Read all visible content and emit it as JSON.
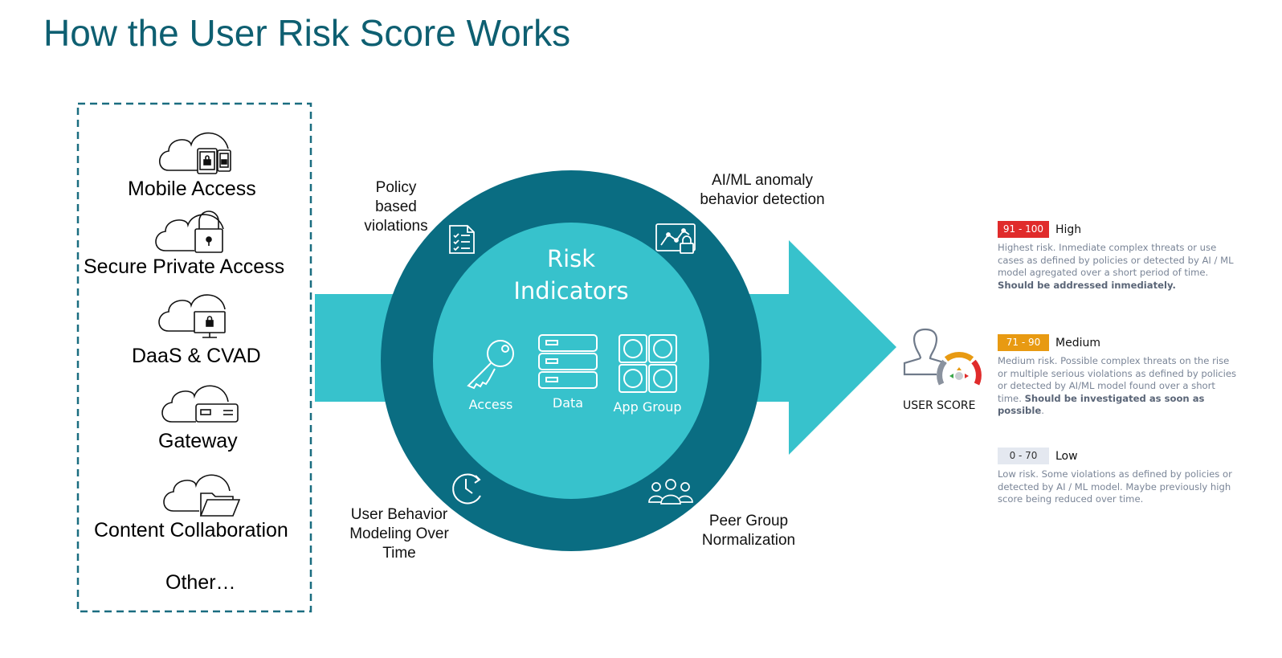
{
  "title": "How the User Risk Score Works",
  "sources": [
    {
      "label": "Mobile Access",
      "icon": "cloud-devices-icon"
    },
    {
      "label": "Secure Private Access",
      "icon": "cloud-lock-icon"
    },
    {
      "label": "DaaS & CVAD",
      "icon": "cloud-monitor-icon"
    },
    {
      "label": "Gateway",
      "icon": "cloud-gateway-icon"
    },
    {
      "label": "Content Collaboration",
      "icon": "cloud-folder-icon"
    },
    {
      "label": "Other…"
    }
  ],
  "ring_labels": {
    "policy": [
      "Policy",
      "based",
      "violations"
    ],
    "aiml": [
      "AI/ML anomaly",
      "behavior detection"
    ],
    "behavior": [
      "User Behavior",
      "Modeling Over",
      "Time"
    ],
    "peer": [
      "Peer Group",
      "Normalization"
    ]
  },
  "center": {
    "title_line1": "Risk",
    "title_line2": "Indicators",
    "indicators": [
      {
        "label": "Access",
        "icon": "key-icon"
      },
      {
        "label": "Data",
        "icon": "database-icon"
      },
      {
        "label": "App Group",
        "icon": "app-grid-icon"
      }
    ]
  },
  "user_score_label": "USER SCORE",
  "legend": [
    {
      "range": "91 - 100",
      "level": "High",
      "color": "#e02b2b",
      "desc": "Highest risk. Inmediate complex threats or use cases as defined by policies or detected by AI / ML model agregated over a short period of time.",
      "emphasis": "Should be addressed inmediately."
    },
    {
      "range": "71 - 90",
      "level": "Medium",
      "color": "#e89a12",
      "desc": "Medium risk. Possible complex threats on the rise or multiple serious violations as defined by policies or detected by AI/ML model found over a short time.",
      "emphasis": "Should be investigated as soon as possible",
      "suffix": "."
    },
    {
      "range": "0 - 70",
      "level": "Low",
      "color": "#e4e8f0",
      "desc": "Low risk. Some violations as defined by policies or detected by AI / ML model. Maybe previously high score being reduced over time."
    }
  ],
  "colors": {
    "title": "#0e5f71",
    "arrow": "#37c2cc",
    "ring": "#0a6d82",
    "inner": "#37c2cc",
    "dashed_border": "#1a6d80"
  }
}
